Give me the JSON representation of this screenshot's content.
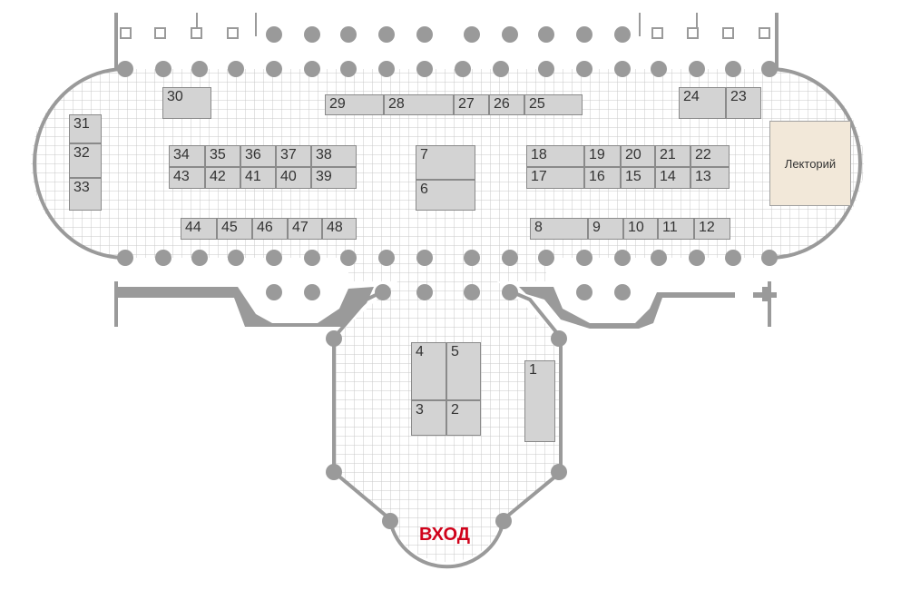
{
  "floorplan": {
    "entrance_label": "ВХОД",
    "lecture_hall": "Лекторий",
    "colors": {
      "booth_fill": "#d3d3d3",
      "booth_border": "#8a8a8a",
      "lecture_fill": "#f2e8d9",
      "wall": "#9a9a9a",
      "column": "#9a9a9a",
      "grid": "#c8c8c8",
      "entrance": "#d0021b"
    },
    "booths": [
      {
        "n": "1"
      },
      {
        "n": "2"
      },
      {
        "n": "3"
      },
      {
        "n": "4"
      },
      {
        "n": "5"
      },
      {
        "n": "6"
      },
      {
        "n": "7"
      },
      {
        "n": "8"
      },
      {
        "n": "9"
      },
      {
        "n": "10"
      },
      {
        "n": "11"
      },
      {
        "n": "12"
      },
      {
        "n": "13"
      },
      {
        "n": "14"
      },
      {
        "n": "15"
      },
      {
        "n": "16"
      },
      {
        "n": "17"
      },
      {
        "n": "18"
      },
      {
        "n": "19"
      },
      {
        "n": "20"
      },
      {
        "n": "21"
      },
      {
        "n": "22"
      },
      {
        "n": "23"
      },
      {
        "n": "24"
      },
      {
        "n": "25"
      },
      {
        "n": "26"
      },
      {
        "n": "27"
      },
      {
        "n": "28"
      },
      {
        "n": "29"
      },
      {
        "n": "30"
      },
      {
        "n": "31"
      },
      {
        "n": "32"
      },
      {
        "n": "33"
      },
      {
        "n": "34"
      },
      {
        "n": "35"
      },
      {
        "n": "36"
      },
      {
        "n": "37"
      },
      {
        "n": "38"
      },
      {
        "n": "39"
      },
      {
        "n": "40"
      },
      {
        "n": "41"
      },
      {
        "n": "42"
      },
      {
        "n": "43"
      },
      {
        "n": "44"
      },
      {
        "n": "45"
      },
      {
        "n": "46"
      },
      {
        "n": "47"
      },
      {
        "n": "48"
      }
    ]
  }
}
